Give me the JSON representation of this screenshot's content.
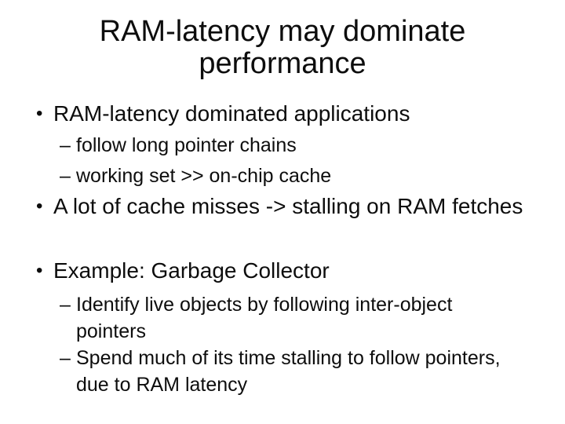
{
  "slide": {
    "title": "RAM-latency may dominate performance",
    "markers": {
      "bullet": "•",
      "dash": "–"
    },
    "bullets": [
      {
        "text": "RAM-latency dominated applications",
        "children": [
          "follow long pointer chains",
          "working set >> on-chip cache"
        ]
      },
      {
        "text": "A lot of cache misses -> stalling on RAM fetches",
        "children": []
      },
      {
        "text": "Example: Garbage Collector",
        "children": [
          "Identify live objects by following inter-object pointers",
          "Spend much of its time stalling to follow pointers, due to RAM latency"
        ]
      }
    ]
  }
}
